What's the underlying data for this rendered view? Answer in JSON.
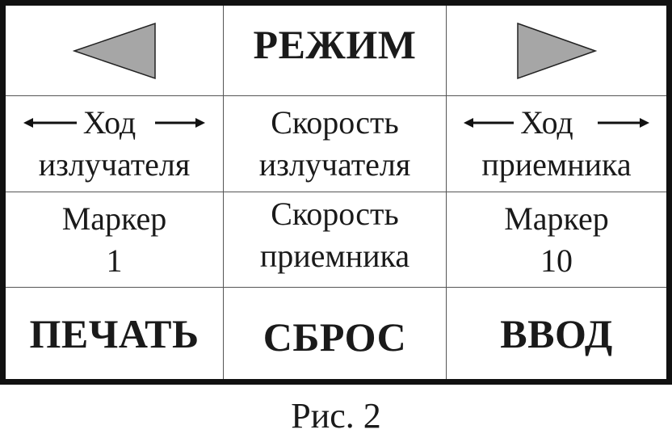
{
  "panel": {
    "row1": {
      "left_icon": "left-triangle-icon",
      "mode_label": "РЕЖИМ",
      "right_icon": "right-triangle-icon"
    },
    "row2": {
      "emitter_travel": {
        "line1": "Ход",
        "line2": "излучателя",
        "left_arrow_icon": "arrow-left-icon",
        "right_arrow_icon": "arrow-right-icon"
      },
      "emitter_speed": {
        "line1": "Скорость",
        "line2": "излучателя"
      },
      "receiver_travel": {
        "line1": "Ход",
        "line2": "приемника",
        "left_arrow_icon": "arrow-left-icon",
        "right_arrow_icon": "arrow-right-icon"
      }
    },
    "row3": {
      "marker1": {
        "line1": "Маркер",
        "line2": "1"
      },
      "receiver_speed": {
        "line1": "Скорость",
        "line2": "приемника"
      },
      "marker10": {
        "line1": "Маркер",
        "line2": "10"
      }
    },
    "row4": {
      "print_label": "ПЕЧАТЬ",
      "reset_label": "СБРОС",
      "enter_label": "ВВОД"
    }
  },
  "caption": "Рис. 2",
  "colors": {
    "triangle_fill": "#a6a6a6",
    "border": "#111111"
  }
}
